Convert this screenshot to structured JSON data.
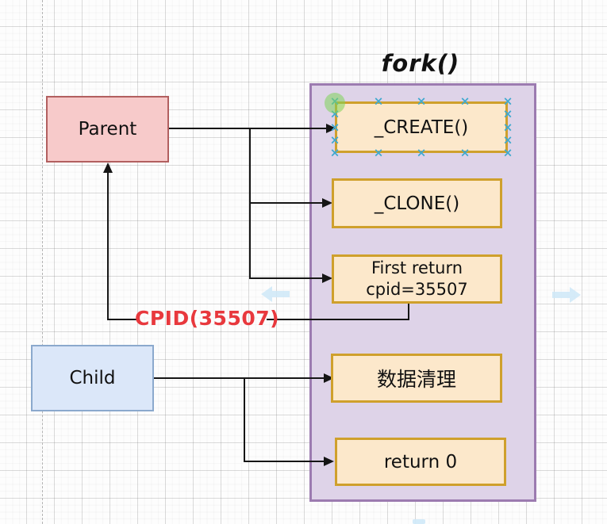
{
  "title": "fork()",
  "nodes": {
    "parent": "Parent",
    "child": "Child",
    "steps": {
      "create": "_CREATE()",
      "clone": "_CLONE()",
      "first_return_line1": "First return",
      "first_return_line2": "cpid=35507",
      "cleanup": "数据清理",
      "return_zero": "return 0"
    }
  },
  "labels": {
    "cpid": "CPID(35507)"
  },
  "icons": {
    "anchor_glyph": "×",
    "pale_arrow_left": "left-nav-arrow",
    "pale_arrow_right": "right-nav-arrow"
  },
  "colors": {
    "parent_fill": "#f7caca",
    "parent_border": "#b25f5f",
    "child_fill": "#dbe7f9",
    "child_border": "#8ba9cd",
    "container_fill": "#ded3e8",
    "container_border": "#9c7bb0",
    "step_fill": "#fce8cb",
    "step_border": "#cfa02c",
    "cpid_text": "#e8383d",
    "anchor_mark": "#3fa9cf",
    "selection_handle_green": "#7ed957",
    "pale_arrow": "#cfe9f8",
    "connector": "#151515"
  }
}
